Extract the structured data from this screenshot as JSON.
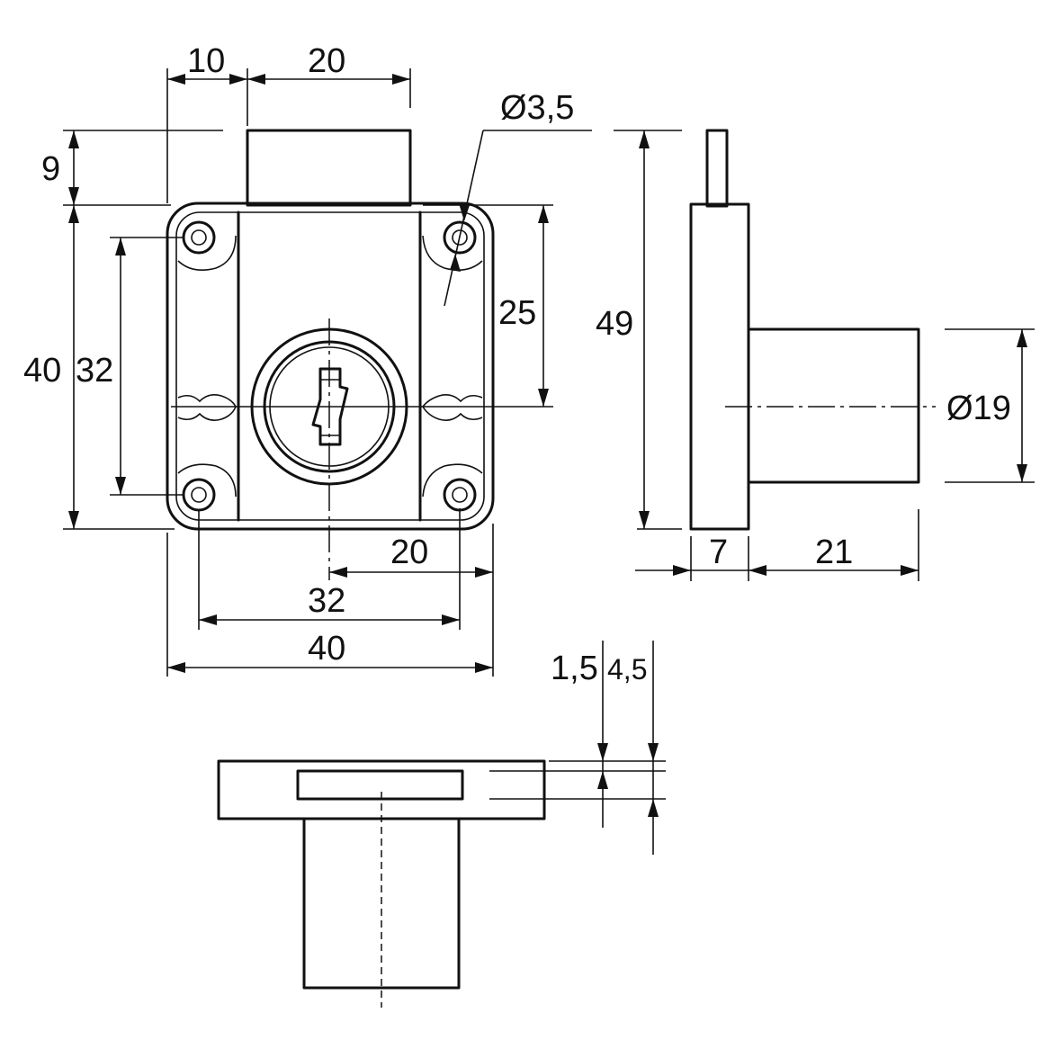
{
  "drawing": {
    "dimensions": {
      "top_10": "10",
      "top_20": "20",
      "left_9": "9",
      "left_40": "40",
      "left_32": "32",
      "right_25": "25",
      "hole_diameter": "Ø3,5",
      "bottom_20": "20",
      "bottom_32": "32",
      "bottom_40": "40",
      "side_49": "49",
      "side_diameter": "Ø19",
      "side_7": "7",
      "side_21": "21",
      "bolt_1_5": "1,5",
      "bolt_4_5": "4,5"
    }
  }
}
